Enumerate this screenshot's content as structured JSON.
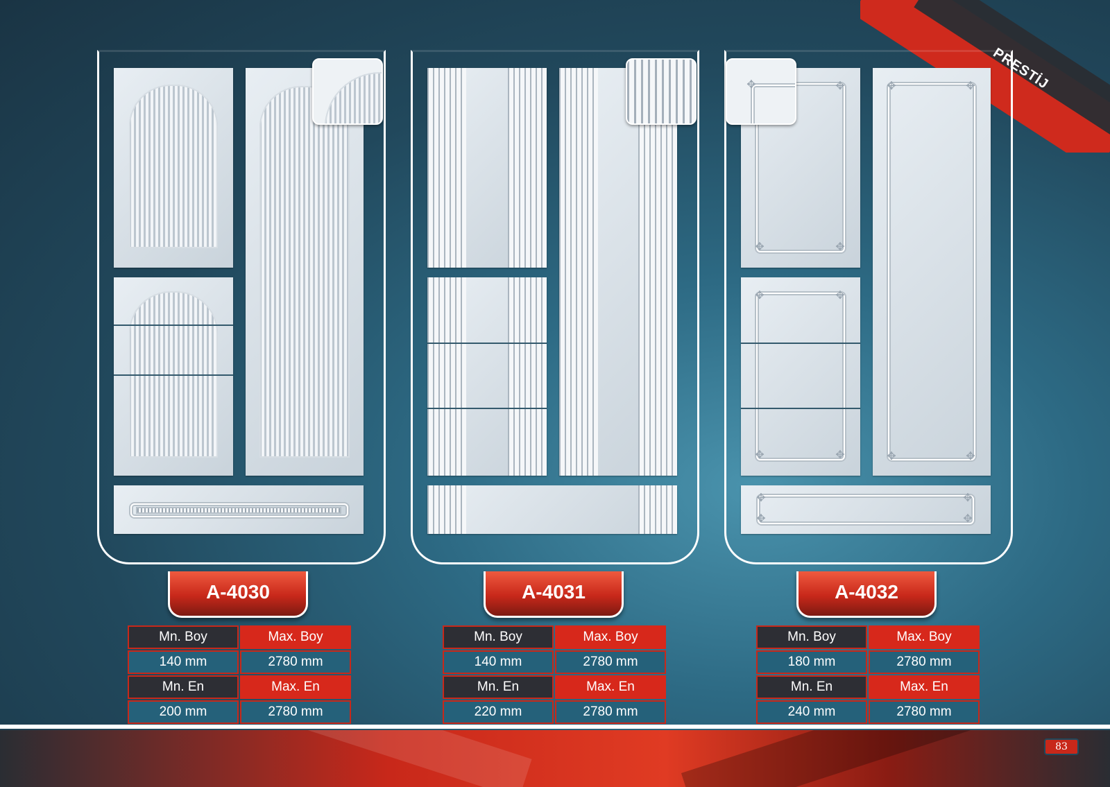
{
  "ribbon": {
    "label": "PRESTİJ"
  },
  "products": [
    {
      "code": "A-4030",
      "specs": [
        [
          "Mn. Boy",
          "Max. Boy"
        ],
        [
          "140 mm",
          "2780 mm"
        ],
        [
          "Mn. En",
          "Max. En"
        ],
        [
          "200 mm",
          "2780 mm"
        ]
      ]
    },
    {
      "code": "A-4031",
      "specs": [
        [
          "Mn. Boy",
          "Max. Boy"
        ],
        [
          "140 mm",
          "2780 mm"
        ],
        [
          "Mn. En",
          "Max. En"
        ],
        [
          "220 mm",
          "2780 mm"
        ]
      ]
    },
    {
      "code": "A-4032",
      "specs": [
        [
          "Mn. Boy",
          "Max. Boy"
        ],
        [
          "180 mm",
          "2780 mm"
        ],
        [
          "Mn. En",
          "Max. En"
        ],
        [
          "240 mm",
          "2780 mm"
        ]
      ]
    }
  ],
  "page": {
    "number": "83"
  }
}
